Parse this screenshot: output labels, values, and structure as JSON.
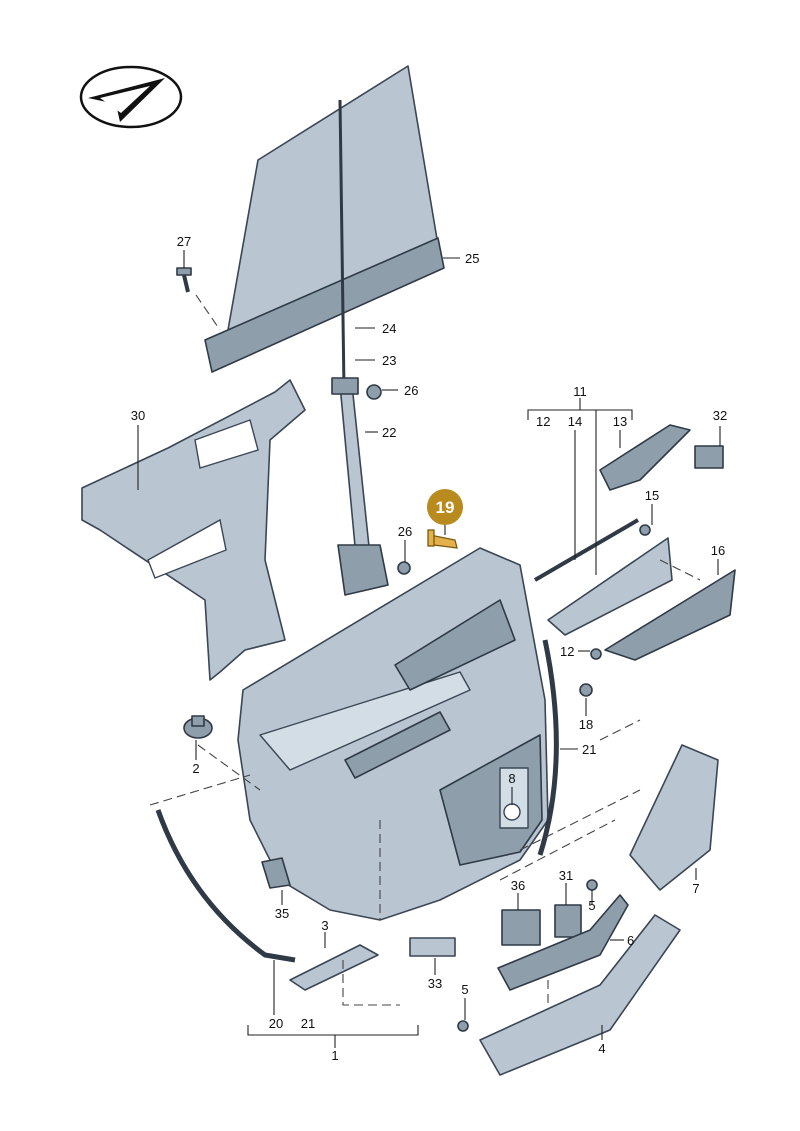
{
  "highlight": {
    "label": "19"
  },
  "callouts": {
    "c1": "1",
    "c2": "2",
    "c3": "3",
    "c4": "4",
    "c5a": "5",
    "c5b": "5",
    "c6": "6",
    "c7": "7",
    "c8": "8",
    "c11": "11",
    "c12a": "12",
    "c12b": "12",
    "c13": "13",
    "c14": "14",
    "c15": "15",
    "c16": "16",
    "c18": "18",
    "c20": "20",
    "c21a": "21",
    "c21b": "21",
    "c22": "22",
    "c23": "23",
    "c24": "24",
    "c25": "25",
    "c26a": "26",
    "c26b": "26",
    "c27": "27",
    "c30": "30",
    "c31": "31",
    "c32": "32",
    "c33": "33",
    "c35": "35",
    "c36": "36"
  },
  "colors": {
    "part_fill": "#b9c6d1",
    "highlight": "#b98a1e"
  }
}
